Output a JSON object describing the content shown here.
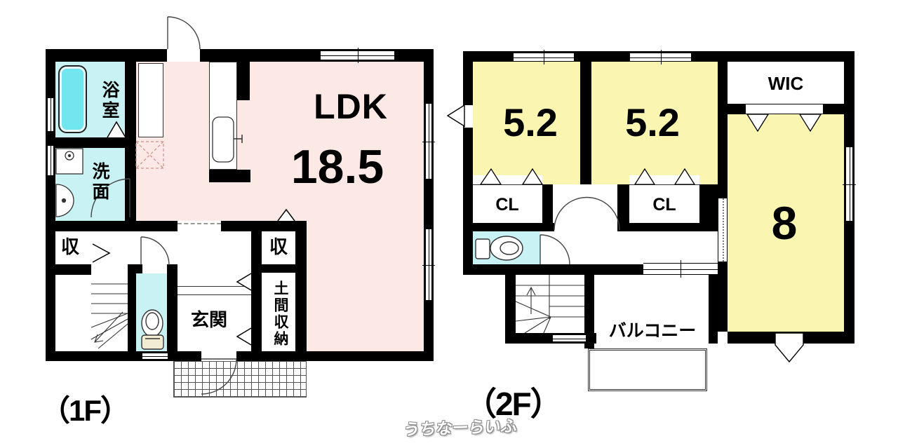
{
  "floor1": {
    "label": "（1F）",
    "ldk_name": "LDK",
    "ldk_area": "18.5",
    "bathroom": "浴室",
    "washroom": "洗面",
    "closet_left": "収",
    "closet_right": "収",
    "doma_storage": "土間収納",
    "entrance": "玄関"
  },
  "floor2": {
    "label": "（2F）",
    "room1_area": "5.2",
    "room2_area": "5.2",
    "room3_area": "8",
    "wic": "WIC",
    "closet1": "CL",
    "closet2": "CL",
    "balcony": "バルコニー"
  },
  "watermark": "うちなーらいふ",
  "colors": {
    "wall": "#000000",
    "ldk_fill": "#fce9e5",
    "bedroom_fill": "#faf6b2",
    "wet_fill": "#c9f2f4",
    "bathtub_fill": "#72e6ee"
  }
}
